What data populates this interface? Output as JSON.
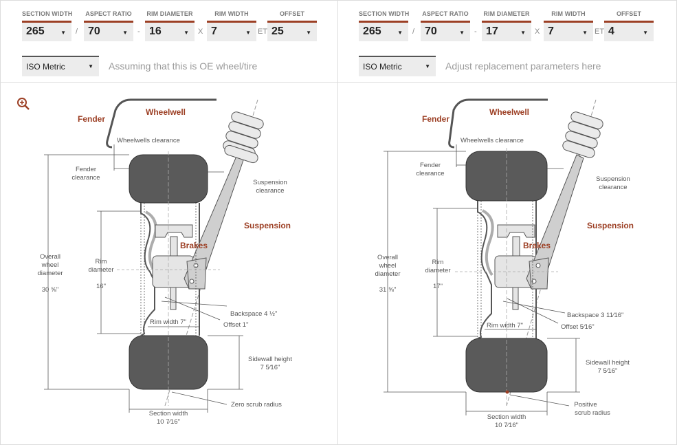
{
  "left": {
    "labels": [
      "SECTION WIDTH",
      "ASPECT RATIO",
      "RIM DIAMETER",
      "RIM WIDTH",
      "OFFSET"
    ],
    "values": [
      "265",
      "70",
      "16",
      "7",
      "25"
    ],
    "separators": [
      "/",
      "-",
      "X",
      "ET"
    ],
    "standard": "ISO Metric",
    "hint": "Assuming that this is OE wheel/tire",
    "diagram": {
      "fender": "Fender",
      "wheelwell": "Wheelwell",
      "wheelwells_clearance": "Wheelwells clearance",
      "fender_clearance": [
        "Fender",
        "clearance"
      ],
      "suspension_clearance": [
        "Suspension",
        "clearance"
      ],
      "suspension": "Suspension",
      "brakes": "Brakes",
      "overall": [
        "Overall",
        "wheel",
        "diameter"
      ],
      "overall_value": "30 ⅝\"",
      "rim_diameter": [
        "Rim",
        "diameter"
      ],
      "rim_diameter_value": "16\"",
      "backspace": "Backspace 4 ½\"",
      "offset": "Offset 1\"",
      "rim_width": "Rim width 7\"",
      "sidewall": [
        "Sidewall height",
        "7 5⁄16\""
      ],
      "scrub": [
        "Zero scrub radius"
      ],
      "section_width": [
        "Section width",
        "10 7⁄16\""
      ]
    }
  },
  "right": {
    "labels": [
      "SECTION WIDTH",
      "ASPECT RATIO",
      "RIM DIAMETER",
      "RIM WIDTH",
      "OFFSET"
    ],
    "values": [
      "265",
      "70",
      "17",
      "7",
      "4"
    ],
    "separators": [
      "/",
      "-",
      "X",
      "ET"
    ],
    "standard": "ISO Metric",
    "hint": "Adjust replacement parameters here",
    "diagram": {
      "fender": "Fender",
      "wheelwell": "Wheelwell",
      "wheelwells_clearance": "Wheelwells clearance",
      "fender_clearance": [
        "Fender",
        "clearance"
      ],
      "suspension_clearance": [
        "Suspension",
        "clearance"
      ],
      "suspension": "Suspension",
      "brakes": "Brakes",
      "overall": [
        "Overall",
        "wheel",
        "diameter"
      ],
      "overall_value": "31 ⅝\"",
      "rim_diameter": [
        "Rim",
        "diameter"
      ],
      "rim_diameter_value": "17\"",
      "backspace": "Backspace 3 11⁄16\"",
      "offset": "Offset 5⁄16\"",
      "rim_width": "Rim width 7\"",
      "sidewall": [
        "Sidewall height",
        "7 5⁄16\""
      ],
      "scrub": [
        "Positive",
        "scrub radius"
      ],
      "section_width": [
        "Section width",
        "10 7⁄16\""
      ]
    }
  },
  "colors": {
    "accent": "#9c3f24",
    "tire": "#5a5a5a",
    "metal": "#e5e5e5"
  },
  "icons": {
    "zoom": "zoom-in-icon"
  }
}
